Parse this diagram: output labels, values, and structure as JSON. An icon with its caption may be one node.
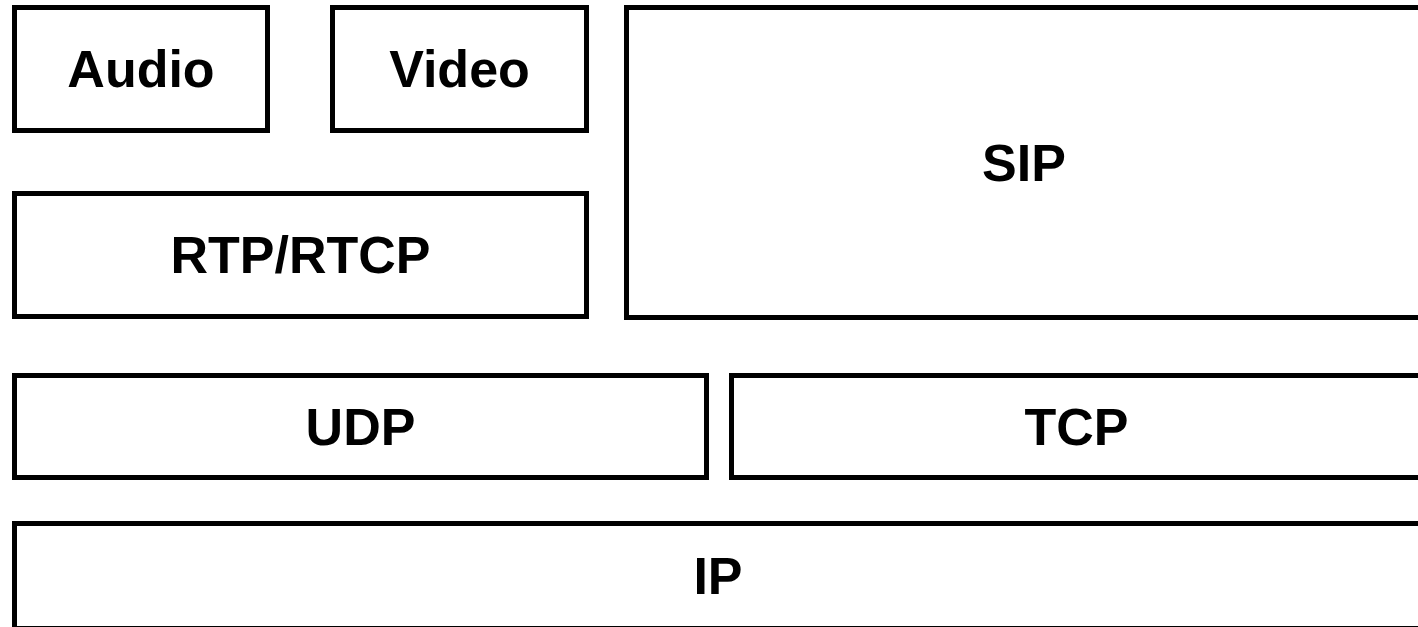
{
  "diagram": {
    "nodes": [
      {
        "text": [
          "Audio"
        ]
      },
      {
        "text": [
          "Video"
        ]
      },
      {
        "text": [
          "SIP"
        ]
      },
      {
        "text": [
          "RTP/RTCP"
        ]
      },
      {
        "text": [
          "UDP"
        ]
      },
      {
        "text": [
          "TCP"
        ]
      },
      {
        "text": [
          "IP"
        ]
      }
    ]
  }
}
